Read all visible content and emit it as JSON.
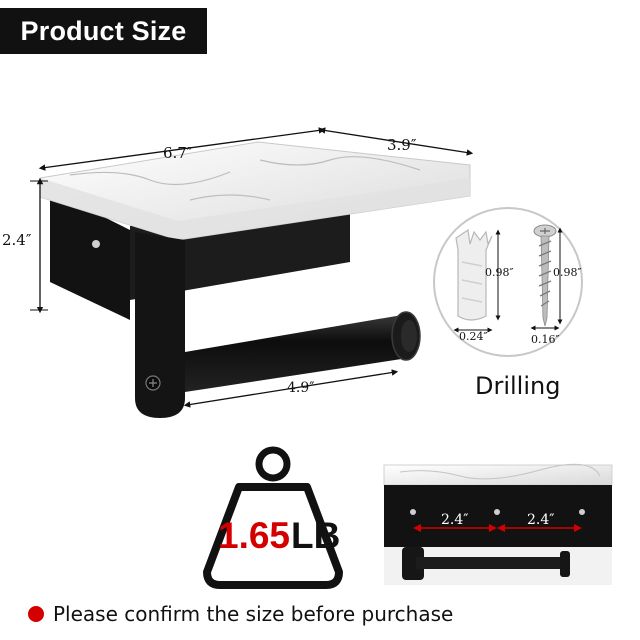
{
  "badge": {
    "title": "Product Size"
  },
  "dimensions": {
    "shelf_width": "6.7″",
    "shelf_depth": "3.9″",
    "height": "2.4″",
    "rod_length": "4.9″",
    "anchor_length": "0.98″",
    "anchor_width": "0.24″",
    "screw_length": "0.98″",
    "screw_width": "0.16″",
    "hole_spacing_left": "2.4″",
    "hole_spacing_right": "2.4″"
  },
  "drilling": {
    "label": "Drilling"
  },
  "weight": {
    "value": "1.65",
    "unit": "LB"
  },
  "footer": {
    "note": "Please confirm the size before purchase"
  },
  "colors": {
    "accent_red": "#d40000",
    "metal_black": "#141414",
    "marble": "#eeeeee"
  }
}
